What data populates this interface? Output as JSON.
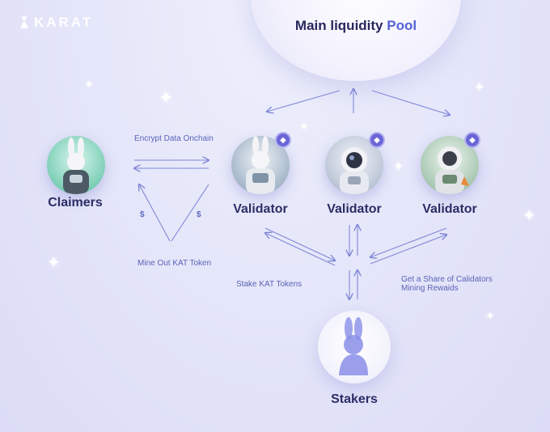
{
  "logo": {
    "text": "KARAT",
    "icon": "carrot-icon"
  },
  "pool": {
    "title_main": "Main liquidity ",
    "title_accent": "Pool"
  },
  "nodes": {
    "claimers": "Claimers",
    "validator_1": "Validator",
    "validator_2": "Validator",
    "validator_3": "Validator",
    "stakers": "Stakers"
  },
  "edges": {
    "encrypt": "Encrypt Data Onchain",
    "mine": "Mine Out KAT Token",
    "stake": "Stake KAT Tokens",
    "rewards_line1": "Get a Share of Calidators",
    "rewards_line2": "Mining Rewaids",
    "dollar_left": "$",
    "dollar_right": "$"
  },
  "colors": {
    "title": "#27285e",
    "accent": "#5562d4",
    "arrow": "#7c84d4",
    "badge": "#6a66d6"
  },
  "icons": [
    "sparkle-icon",
    "validator-badge-icon",
    "rabbit-avatar-icon"
  ]
}
